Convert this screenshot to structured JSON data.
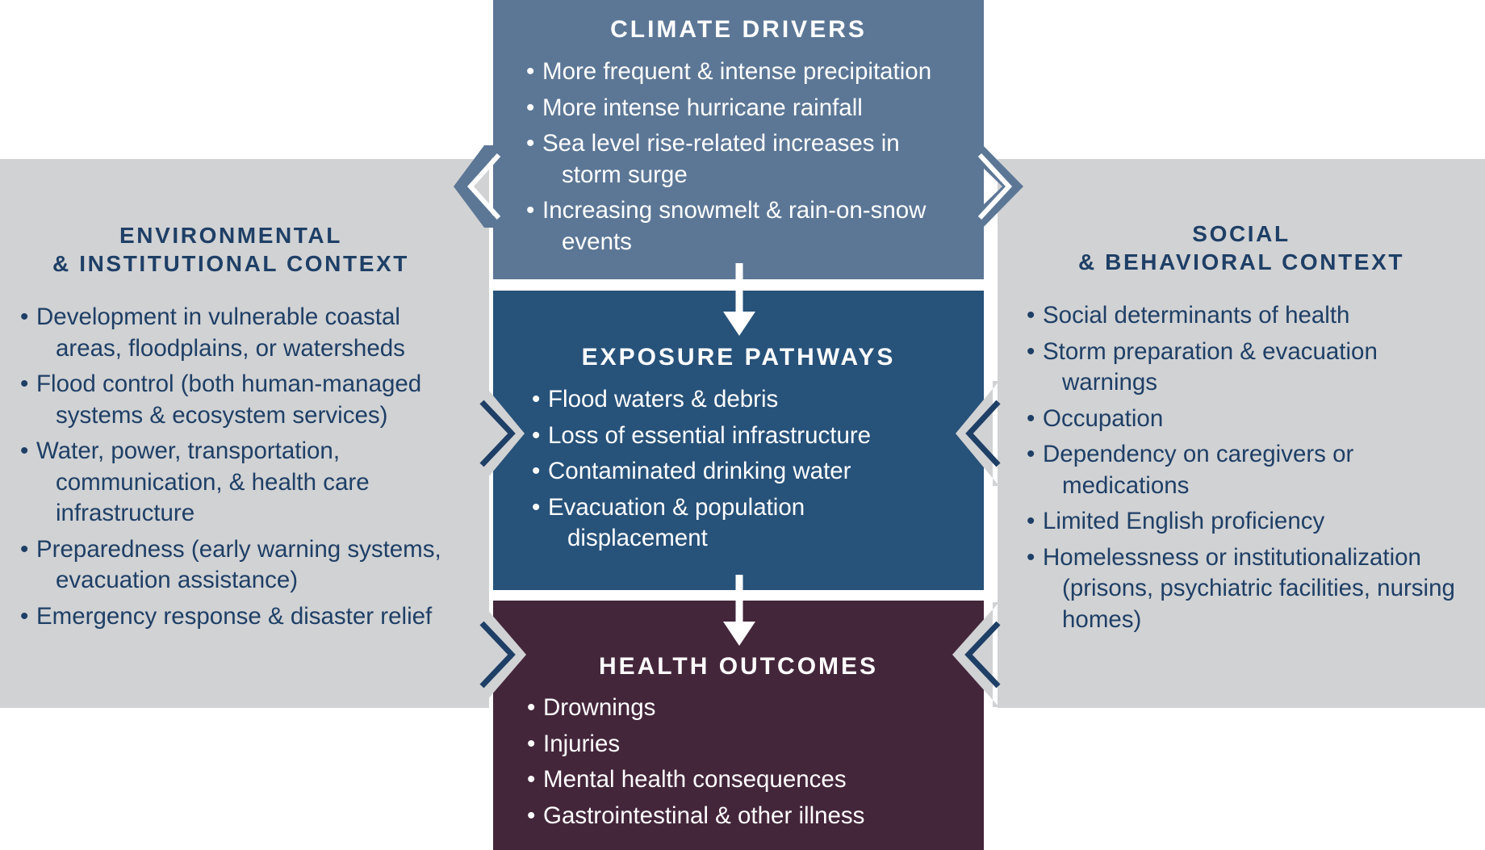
{
  "colors": {
    "side_panel": "#d1d2d4",
    "side_text": "#1e3f66",
    "climate_drivers": "#5c7796",
    "exposure_pathways": "#27527a",
    "health_outcomes": "#44263b",
    "chevron": "#1e3f66"
  },
  "left_panel": {
    "title_line1": "ENVIRONMENTAL",
    "title_line2": "& INSTITUTIONAL CONTEXT",
    "items": [
      "Development in vulnerable coastal areas, floodplains, or watersheds",
      "Flood control (both human-managed systems & ecosystem services)",
      "Water, power, transportation, communication, & health care infrastructure",
      "Preparedness (early warning systems, evacuation assistance)",
      "Emergency response & disaster relief"
    ]
  },
  "right_panel": {
    "title_line1": "SOCIAL",
    "title_line2": "& BEHAVIORAL CONTEXT",
    "items": [
      "Social determinants of health",
      "Storm preparation & evacuation warnings",
      "Occupation",
      "Dependency on caregivers or medications",
      "Limited English proficiency",
      "Homelessness or institutionalization (prisons, psychiatric facilities, nursing homes)"
    ]
  },
  "climate_drivers": {
    "title": "CLIMATE DRIVERS",
    "items": [
      "More frequent & intense precipitation",
      "More intense hurricane rainfall",
      "Sea level rise-related increases in storm surge",
      "Increasing snowmelt & rain-on-snow events"
    ]
  },
  "exposure_pathways": {
    "title": "EXPOSURE PATHWAYS",
    "items": [
      "Flood waters & debris",
      "Loss of essential infrastructure",
      "Contaminated drinking water",
      "Evacuation & population displacement"
    ]
  },
  "health_outcomes": {
    "title": "HEALTH OUTCOMES",
    "items": [
      "Drownings",
      "Injuries",
      "Mental health consequences",
      "Gastrointestinal & other illness"
    ]
  }
}
